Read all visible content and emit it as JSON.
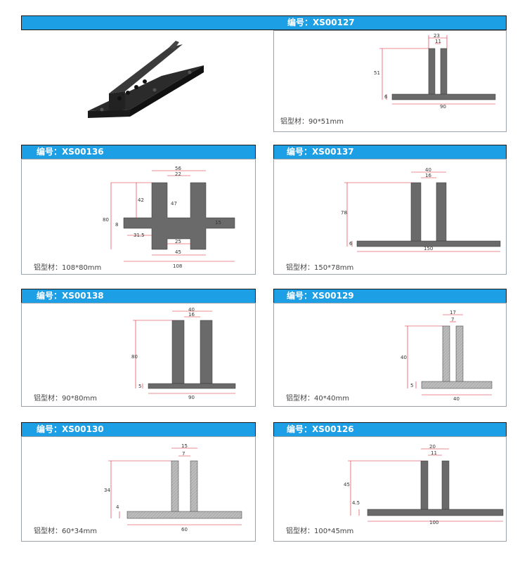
{
  "top": {
    "code": "编号：XS00127",
    "material": "铝型材：90*51mm",
    "dims": {
      "w1": "23",
      "w2": "11",
      "h": "51",
      "t": "6",
      "base": "90"
    }
  },
  "cards": [
    {
      "code": "编号：XS00136",
      "material": "铝型材：108*80mm",
      "dims": {
        "top1": "56",
        "top2": "22",
        "h1": "42",
        "h2": "47",
        "h": "80",
        "t": "8",
        "side": "31.5",
        "mid": "25",
        "inner": "45",
        "base": "108",
        "small": "15"
      }
    },
    {
      "code": "编号：XS00137",
      "material": "铝型材：150*78mm",
      "dims": {
        "w1": "40",
        "w2": "16",
        "h": "78",
        "t": "6",
        "base": "150"
      }
    },
    {
      "code": "编号：XS00138",
      "material": "铝型材：90*80mm",
      "dims": {
        "w1": "40",
        "w2": "16",
        "h": "80",
        "t": "5",
        "base": "90"
      }
    },
    {
      "code": "编号：XS00129",
      "material": "铝型材：40*40mm",
      "dims": {
        "w1": "17",
        "w2": "7",
        "h": "40",
        "t": "5",
        "base": "40"
      }
    },
    {
      "code": "编号：XS00130",
      "material": "铝型材：60*34mm",
      "dims": {
        "w1": "15",
        "w2": "7",
        "h": "34",
        "t": "4",
        "base": "60"
      }
    },
    {
      "code": "编号：XS00126",
      "material": "铝型材：100*45mm",
      "dims": {
        "w1": "20",
        "w2": "11",
        "h": "45",
        "t": "4.5",
        "base": "100"
      }
    }
  ]
}
